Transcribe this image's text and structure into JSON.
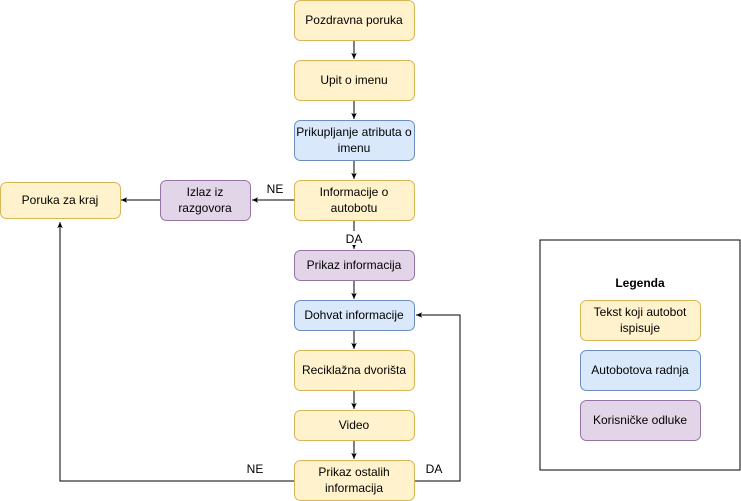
{
  "colors": {
    "yellow_fill": "#fff2cc",
    "yellow_stroke": "#d6b656",
    "blue_fill": "#dae8fc",
    "blue_stroke": "#6c8ebf",
    "purple_fill": "#e1d5e7",
    "purple_stroke": "#9673a6",
    "line": "#000000"
  },
  "nodes": {
    "pozdravna": {
      "lines": [
        "Pozdravna poruka"
      ],
      "color": "yellow"
    },
    "upit": {
      "lines": [
        "Upit o imenu"
      ],
      "color": "yellow"
    },
    "prikupljanje": {
      "lines": [
        "Prikupljanje atributa o",
        "imenu"
      ],
      "color": "blue"
    },
    "informacije": {
      "lines": [
        "Informacije o",
        "autobotu"
      ],
      "color": "yellow"
    },
    "izlaz": {
      "lines": [
        "Izlaz iz",
        "razgovora"
      ],
      "color": "purple"
    },
    "kraj": {
      "lines": [
        "Poruka za kraj"
      ],
      "color": "yellow"
    },
    "prikaz": {
      "lines": [
        "Prikaz informacija"
      ],
      "color": "purple"
    },
    "dohvat": {
      "lines": [
        "Dohvat informacije"
      ],
      "color": "blue"
    },
    "reciklazna": {
      "lines": [
        "Reciklažna dvorišta"
      ],
      "color": "yellow"
    },
    "video": {
      "lines": [
        "Video"
      ],
      "color": "yellow"
    },
    "ostale": {
      "lines": [
        "Prikaz ostalih",
        "informacija"
      ],
      "color": "yellow"
    }
  },
  "edge_labels": {
    "ne_top": "NE",
    "da_top": "DA",
    "ne_bottom": "NE",
    "da_bottom": "DA"
  },
  "legend": {
    "title": "Legenda",
    "items": [
      {
        "lines": [
          "Tekst koji autobot",
          "ispisuje"
        ],
        "color": "yellow"
      },
      {
        "lines": [
          "Autobotova radnja"
        ],
        "color": "blue"
      },
      {
        "lines": [
          "Korisničke odluke"
        ],
        "color": "purple"
      }
    ]
  }
}
